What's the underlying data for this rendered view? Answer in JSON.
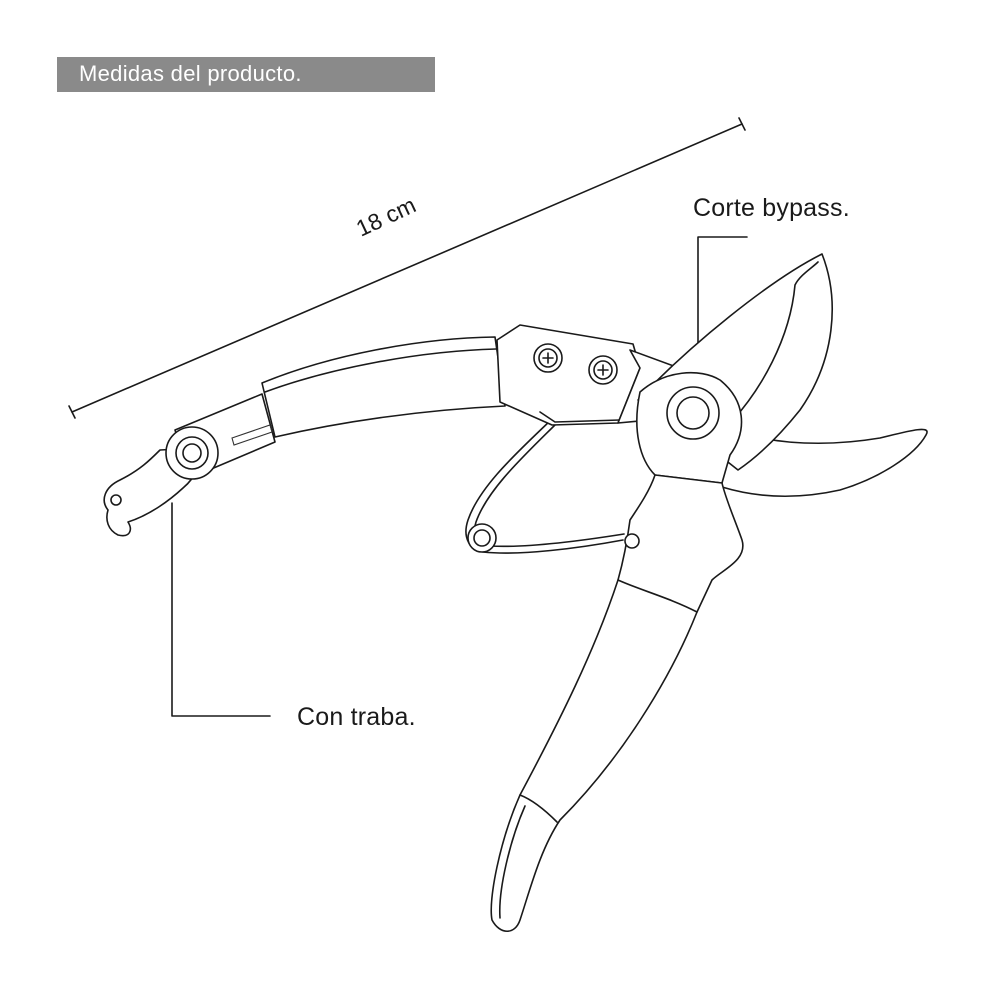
{
  "header": {
    "title": "Medidas del producto."
  },
  "dimension": {
    "length_label": "18 cm"
  },
  "callouts": {
    "bypass": "Corte bypass.",
    "lock": "Con traba."
  },
  "colors": {
    "header_bg": "#8a8a8a",
    "line": "#1a1a1a",
    "background": "#ffffff"
  }
}
